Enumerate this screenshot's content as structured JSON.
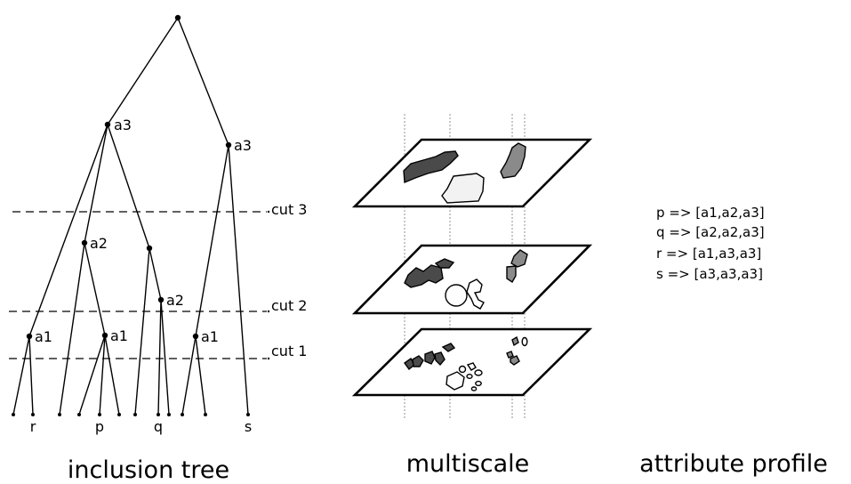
{
  "tree": {
    "node_labels": {
      "left_a3": "a3",
      "right_a3": "a3",
      "a2_left": "a2",
      "a2_right": "a2",
      "a1_left": "a1",
      "a1_middle": "a1",
      "a1_right": "a1"
    },
    "cuts": [
      "cut 3",
      "cut 2",
      "cut 1"
    ],
    "leaves": [
      "r",
      "p",
      "q",
      "s"
    ]
  },
  "captions": {
    "tree": "inclusion tree",
    "multiscale": "multiscale",
    "profile": "attribute profile"
  },
  "profiles": [
    "p => [a1,a2,a3]",
    "q => [a2,a2,a3]",
    "r => [a1,a3,a3]",
    "s => [a3,a3,a3]"
  ]
}
